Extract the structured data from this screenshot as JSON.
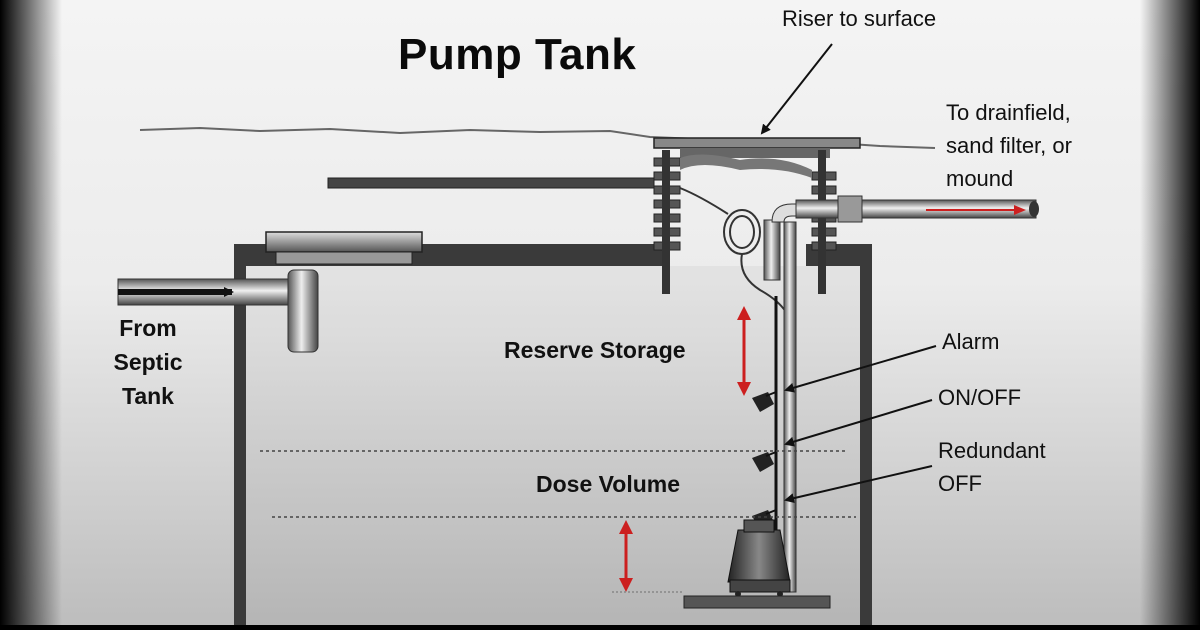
{
  "title": "Pump Tank",
  "labels": {
    "riser": "Riser to surface",
    "outlet": [
      "To drainfield,",
      "sand filter, or",
      "mound"
    ],
    "inlet": [
      "From",
      "Septic",
      "Tank"
    ],
    "reserve_storage": "Reserve Storage",
    "dose_volume": "Dose Volume",
    "alarm": "Alarm",
    "on_off": "ON/OFF",
    "redundant_off": [
      "Redundant",
      "OFF"
    ]
  },
  "colors": {
    "background_dark": "#000000",
    "panel_light": "#f4f4f4",
    "panel_shade": "#bdbdbd",
    "tank_wall": "#3a3a3a",
    "flow_arrow_red": "#cc1f1f",
    "text": "#111111"
  }
}
